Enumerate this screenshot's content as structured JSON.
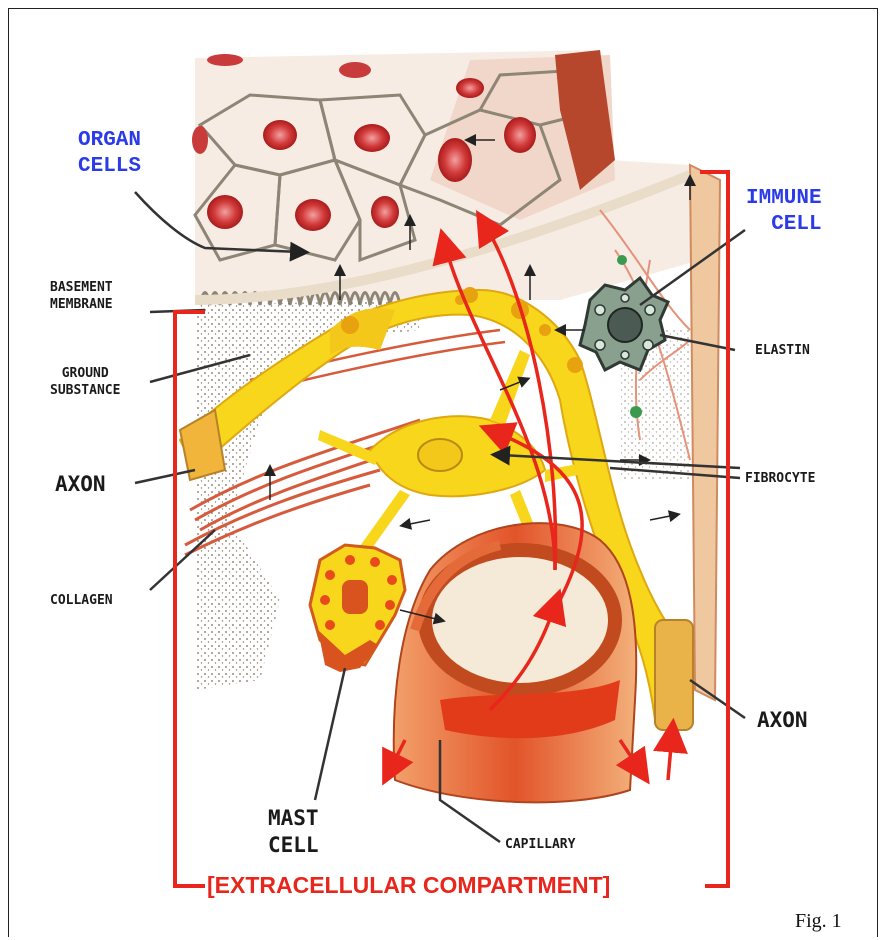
{
  "labels": {
    "organ_cells": [
      "ORGAN",
      "CELLS"
    ],
    "immune_cell": [
      "IMMUNE",
      "CELL"
    ],
    "basement_membrane": [
      "BASEMENT",
      "MEMBRANE"
    ],
    "ground_substance": [
      "GROUND",
      "SUBSTANCE"
    ],
    "axon_left": "AXON",
    "collagen": "COLLAGEN",
    "elastin": "ELASTIN",
    "fibrocyte": "FIBROCYTE",
    "axon_right": "AXON",
    "mast_cell": [
      "MAST",
      "CELL"
    ],
    "capillary": "CAPILLARY",
    "compartment": "[EXTRACELLULAR COMPARTMENT]",
    "figure_number": "Fig. 1"
  },
  "colors": {
    "bracket_red": "#e8261c",
    "label_blue": "#2b3be8",
    "nerve_yellow": "#f7d61c",
    "tissue_orange": "#d9531e"
  }
}
